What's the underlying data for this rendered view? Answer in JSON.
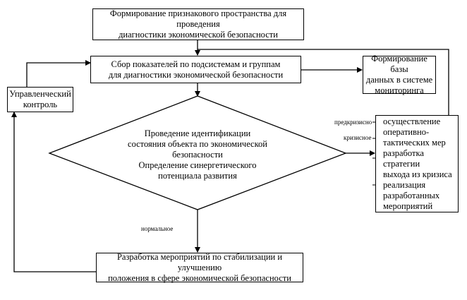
{
  "boxes": {
    "top": [
      "Формирование признакового пространства для проведения",
      "диагностики экономической безопасности"
    ],
    "collect": [
      "Сбор показателей по подсистемам и группам",
      "для диагностики экономической безопасности"
    ],
    "database": [
      "Формирование базы",
      "данных в системе",
      "мониторинга"
    ],
    "control": [
      "Управленческий",
      "контроль"
    ],
    "develop": [
      "Разработка мероприятий по стабилизации и улучшению",
      "положения в сфере экономической безопасности"
    ]
  },
  "diamond": [
    "Проведение идентификации",
    "состояния объекта по экономической",
    "безопасности",
    "Определение синергетического",
    "потенциала развития"
  ],
  "crisis_list": [
    "осуществление",
    "оперативно-",
    "тактических мер",
    "разработка стратегии",
    "выхода из кризиса",
    "реализация",
    "разработанных",
    "мероприятий"
  ],
  "labels": {
    "precrisis": "предкризисно",
    "crisis": "кризисное",
    "normal": "нормальное"
  }
}
